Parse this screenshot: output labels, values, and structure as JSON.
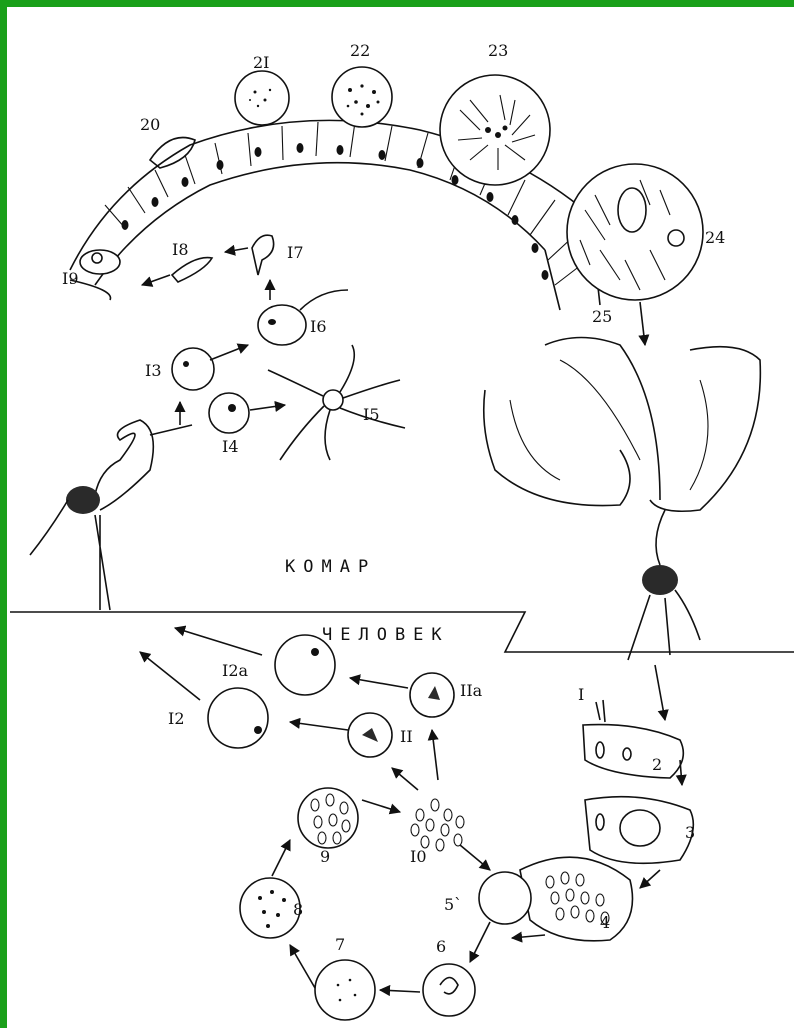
{
  "colors": {
    "frame": "#1aa01a",
    "ink": "#111111",
    "paper": "#ffffff"
  },
  "sections": {
    "mosquito": "КОМАР",
    "human": "ЧЕЛОВЕК"
  },
  "stages": {
    "s1": "I",
    "s2": "2",
    "s3": "3",
    "s4": "4",
    "s5": "5`",
    "s6": "6",
    "s7": "7",
    "s8": "8",
    "s9": "9",
    "s10": "I0",
    "s11": "II",
    "s11a": "IIa",
    "s12": "I2",
    "s12a": "I2a",
    "s13": "I3",
    "s14": "I4",
    "s15": "I5",
    "s16": "I6",
    "s17": "I7",
    "s18": "I8",
    "s19": "I9",
    "s20": "20",
    "s21": "2I",
    "s22": "22",
    "s23": "23",
    "s24": "24",
    "s25": "25"
  }
}
